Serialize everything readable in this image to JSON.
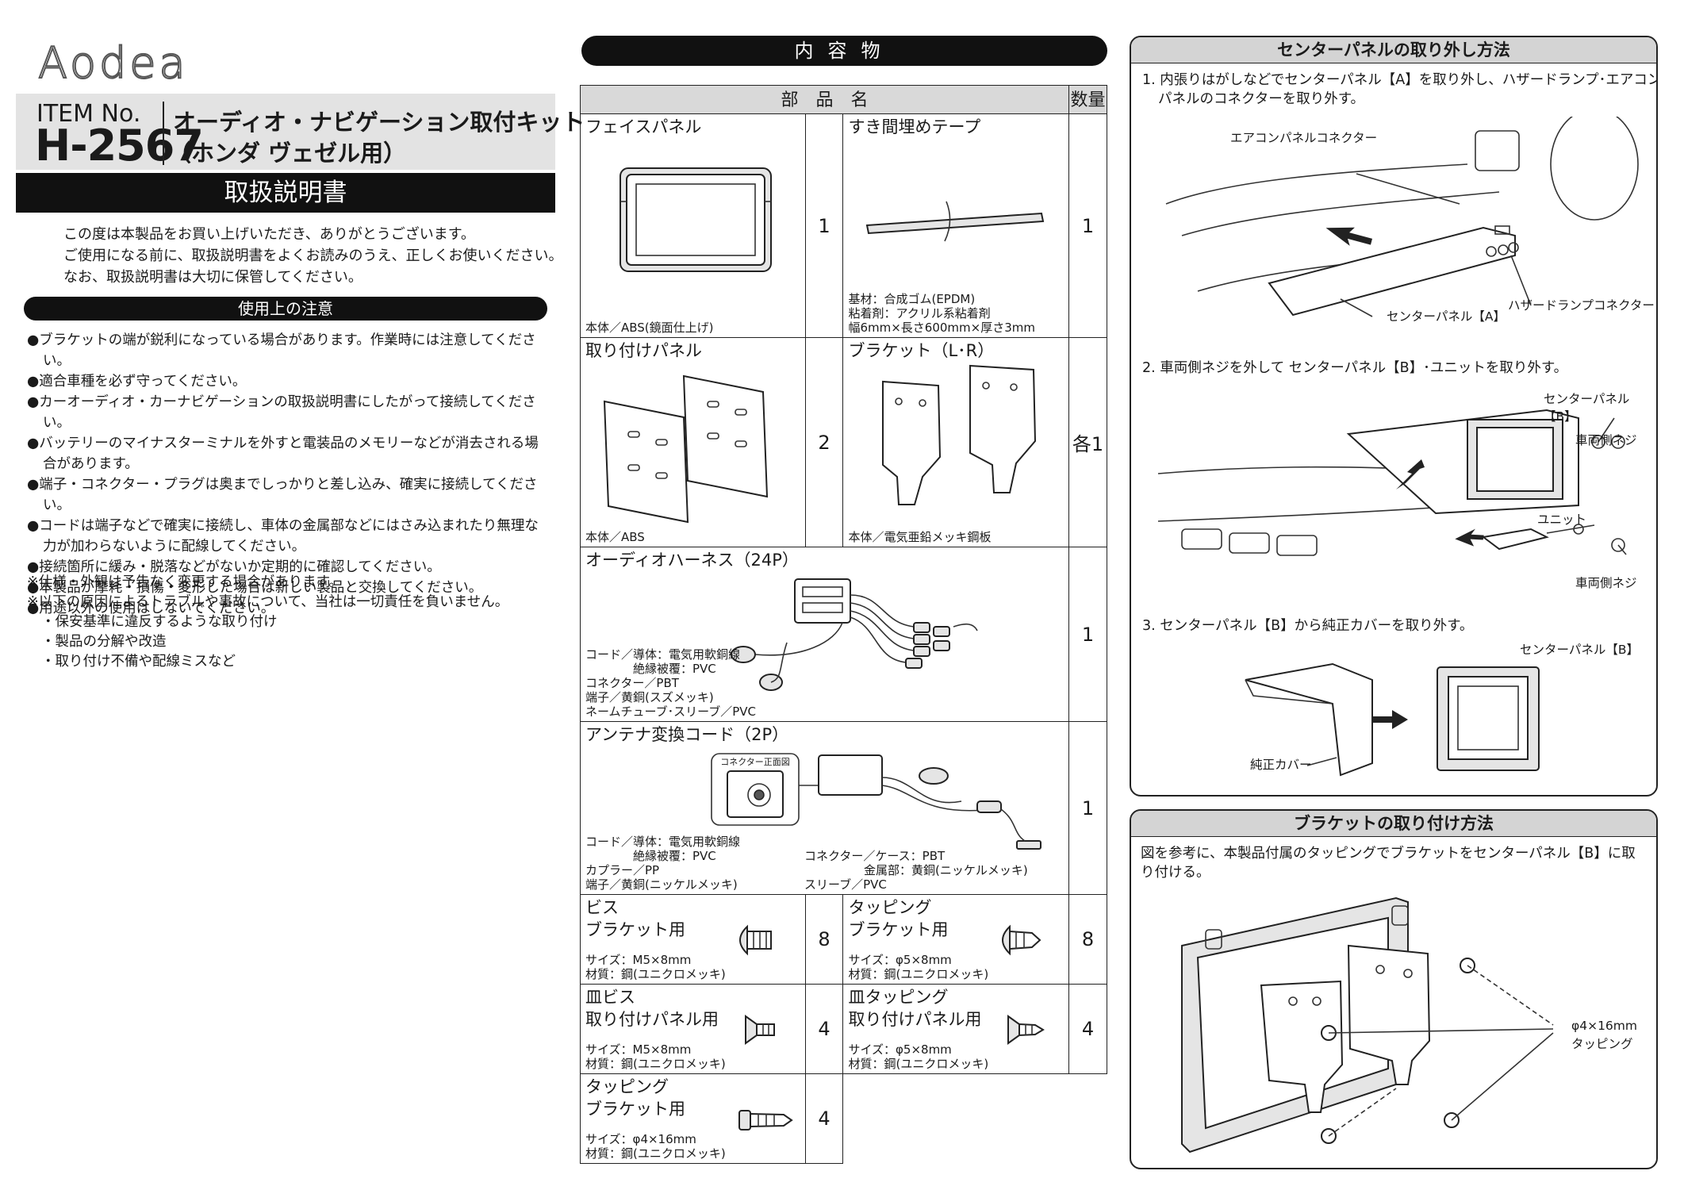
{
  "brand": "Aodea",
  "item": {
    "label": "ITEM No.",
    "number": "H-2567"
  },
  "product": {
    "line1": "オーディオ・ナビゲーション取付キット",
    "line2": "（ホンダ ヴェゼル用）"
  },
  "manual_title": "取扱説明書",
  "intro": [
    "この度は本製品をお買い上げいただき、ありがとうございます。",
    "ご使用になる前に、取扱説明書をよくお読みのうえ、正しくお使いください。",
    "なお、取扱説明書は大切に保管してください。"
  ],
  "cautions": {
    "heading": "使用上の注意",
    "items": [
      "●ブラケットの端が鋭利になっている場合があります。作業時には注意してください。",
      "●適合車種を必ず守ってください。",
      "●カーオーディオ・カーナビゲーションの取扱説明書にしたがって接続してください。",
      "●バッテリーのマイナスターミナルを外すと電装品のメモリーなどが消去される場合があります。",
      "●端子・コネクター・プラグは奥までしっかりと差し込み、確実に接続してください。",
      "●コードは端子などで確実に接続し、車体の金属部などにはさみ込まれたり無理な力が加わらないように配線してください。",
      "●接続箇所に緩み・脱落などがないか定期的に確認してください。",
      "●本製品が摩耗・損傷・変形した場合は新しい製品と交換してください。",
      "●用途以外の使用はしないでください。"
    ],
    "notes": [
      "※仕様・外観は予告なく変更する場合があります。",
      "※以下の原因によるトラブルや事故について、当社は一切責任を負いません。"
    ],
    "subnotes": [
      "・保安基準に違反するような取り付け",
      "・製品の分解や改造",
      "・取り付け不備や配線ミスなど"
    ]
  },
  "contents": {
    "heading": "内容物",
    "col_name": "部　品　名",
    "col_qty": "数量",
    "parts": {
      "face_panel": {
        "name": "フェイスパネル",
        "note": "本体／ABS(鏡面仕上げ)",
        "qty": "1"
      },
      "tape": {
        "name": "すき間埋めテープ",
        "note1": "基材：合成ゴム(EPDM)",
        "note2": "粘着剤：アクリル系粘着剤",
        "note3": "幅6mm×長さ600mm×厚さ3mm",
        "qty": "1"
      },
      "mount_panel": {
        "name": "取り付けパネル",
        "note": "本体／ABS",
        "qty": "2"
      },
      "bracket": {
        "name": "ブラケット（L･R）",
        "note": "本体／電気亜鉛メッキ鋼板",
        "qty": "各1"
      },
      "audio_harness": {
        "name": "オーディオハーネス（24P）",
        "note1": "コード／導体：電気用軟銅線",
        "note2": "　　　　絶縁被覆：PVC",
        "note3": "コネクター／PBT",
        "note4": "端子／黄銅(スズメッキ)",
        "note5": "ネームチューブ･スリーブ／PVC",
        "qty": "1"
      },
      "antenna": {
        "name": "アンテナ変換コード（2P）",
        "front_view": "コネクター正面図",
        "note1": "コード／導体：電気用軟銅線",
        "note2": "　　　　絶縁被覆：PVC",
        "note3": "カプラー／PP",
        "note4": "端子／黄銅(ニッケルメッキ)",
        "note5": "コネクター／ケース：PBT",
        "note6": "　　　　　金属部：黄銅(ニッケルメッキ)",
        "note7": "スリーブ／PVC",
        "qty": "1"
      },
      "screw": {
        "name1": "ビス",
        "name2": "ブラケット用",
        "size": "サイズ：M5×8mm",
        "material": "材質：鋼(ユニクロメッキ)",
        "qty": "8"
      },
      "tapping": {
        "name1": "タッピング",
        "name2": "ブラケット用",
        "size": "サイズ：φ5×8mm",
        "material": "材質：鋼(ユニクロメッキ)",
        "qty": "8"
      },
      "flat_screw": {
        "name1": "皿ビス",
        "name2": "取り付けパネル用",
        "size": "サイズ：M5×8mm",
        "material": "材質：鋼(ユニクロメッキ)",
        "qty": "4"
      },
      "flat_tapping": {
        "name1": "皿タッピング",
        "name2": "取り付けパネル用",
        "size": "サイズ：φ5×8mm",
        "material": "材質：鋼(ユニクロメッキ)",
        "qty": "4"
      },
      "tapping2": {
        "name1": "タッピング",
        "name2": "ブラケット用",
        "size": "サイズ：φ4×16mm",
        "material": "材質：鋼(ユニクロメッキ)",
        "qty": "4"
      }
    }
  },
  "removal": {
    "heading": "センターパネルの取り外し方法",
    "step1": "1. 内張りはがしなどでセンターパネル【A】を取り外し、ハザードランプ･エアコンパネルのコネクターを取り外す。",
    "step1_labels": {
      "aircon": "エアコンパネルコネクター",
      "hazard": "ハザードランプコネクター",
      "panel_a": "センターパネル【A】"
    },
    "step2": "2. 車両側ネジを外して センターパネル【B】･ユニットを取り外す。",
    "step2_labels": {
      "panel_b": "センターパネル【B】",
      "screw_top": "車両側ネジ",
      "unit": "ユニット",
      "screw_bottom": "車両側ネジ"
    },
    "step3": "3. センターパネル【B】から純正カバーを取り外す。",
    "step3_labels": {
      "panel_b": "センターパネル【B】",
      "cover": "純正カバー"
    }
  },
  "bracket_install": {
    "heading": "ブラケットの取り付け方法",
    "text": "図を参考に、本製品付属のタッピングでブラケットをセンターパネル【B】に取り付ける。",
    "label1": "φ4×16mm",
    "label2": "タッピング"
  }
}
